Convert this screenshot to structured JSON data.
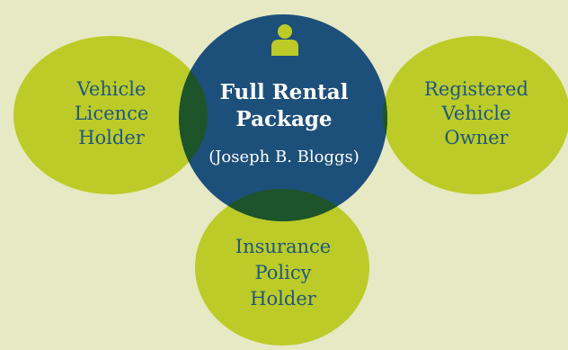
{
  "diagram": {
    "center": {
      "title": "Full Rental\nPackage",
      "subtitle": "(Joseph B. Bloggs)",
      "icon": "person-icon"
    },
    "left": {
      "label": "Vehicle\nLicence\nHolder"
    },
    "right": {
      "label": "Registered\nVehicle\nOwner"
    },
    "bottom": {
      "label": "Insurance\nPolicy\nHolder"
    }
  },
  "colors": {
    "background": "#e6e9c3",
    "outer_circle": "#bccb27",
    "center_circle": "#1d4f7b",
    "overlap": "#1e5429",
    "outer_text": "#1f5780",
    "center_text": "#ffffff",
    "icon": "#bccb27"
  }
}
